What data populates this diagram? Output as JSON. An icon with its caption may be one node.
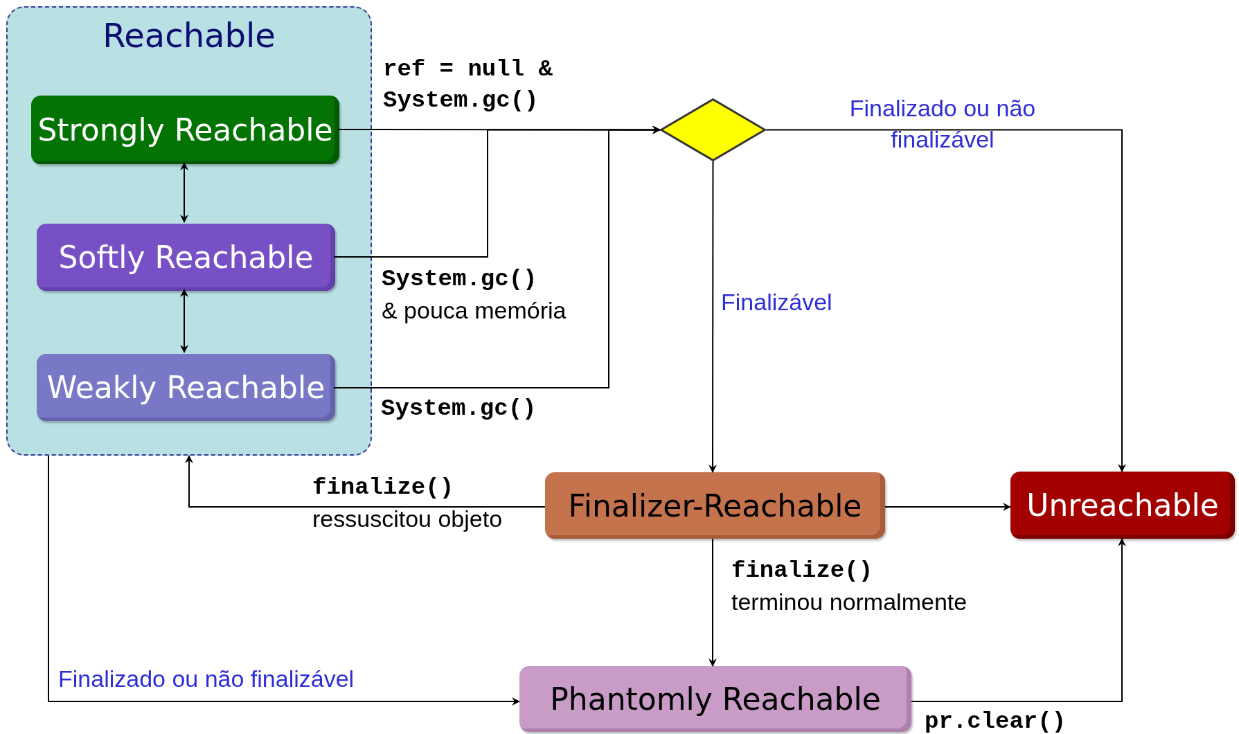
{
  "diagram": {
    "nodes": [
      {
        "text": [
          "Reachable"
        ]
      },
      {
        "text": [
          "Strongly Reachable"
        ],
        "in": 0
      },
      {
        "text": [
          "Softly Reachable"
        ],
        "in": 0
      },
      {
        "text": [
          "Weakly Reachable"
        ],
        "in": 0
      },
      {
        "text": [],
        "shape": "diamond"
      },
      {
        "text": [
          "Finalizer-Reachable"
        ]
      },
      {
        "text": [
          "Unreachable"
        ]
      },
      {
        "text": [
          "Phantomly Reachable"
        ]
      }
    ],
    "edges": [
      {
        "from": 1,
        "to": 2,
        "arrow": "both"
      },
      {
        "from": 2,
        "to": 3,
        "arrow": "both"
      },
      {
        "from": 1,
        "to": 4,
        "arrow": "to",
        "label": "ref = null & System.gc()"
      },
      {
        "from": 2,
        "to": 4,
        "arrow": "to",
        "label": "**System.gc()** & pouca memória"
      },
      {
        "from": 3,
        "to": 4,
        "arrow": "to",
        "label": "System.gc()"
      },
      {
        "from": 4,
        "to": 6,
        "arrow": "to",
        "label": "Finalizado ou não finalizável"
      },
      {
        "from": 4,
        "to": 5,
        "arrow": "to",
        "label": "Finalizável"
      },
      {
        "from": 5,
        "to": 0,
        "arrow": "to",
        "label": "**finalize()** ressuscitou objeto"
      },
      {
        "from": 5,
        "to": 6,
        "arrow": "to"
      },
      {
        "from": 5,
        "to": 7,
        "arrow": "to",
        "label": "**finalize()** terminou normalmente"
      },
      {
        "from": 0,
        "to": 7,
        "arrow": "to",
        "label": "Finalizado ou não finalizável"
      },
      {
        "from": 7,
        "to": 6,
        "arrow": "to",
        "label": "pr.clear()"
      }
    ]
  }
}
